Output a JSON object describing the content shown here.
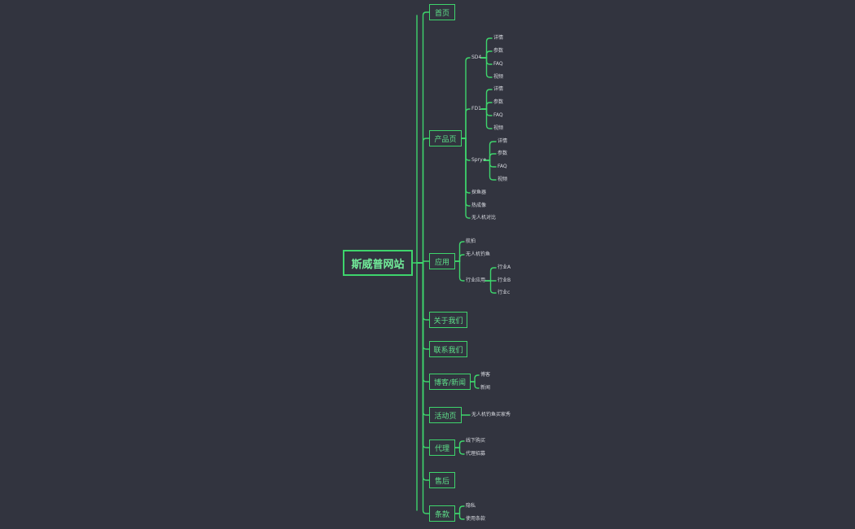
{
  "colors": {
    "background": "#32343f",
    "line": "#3ed46c",
    "box_text": "#5fe08a",
    "leaf_text": "#d8dae0"
  },
  "root": {
    "label": "斯威普网站"
  },
  "branches": [
    {
      "id": "home",
      "label": "首页",
      "children": []
    },
    {
      "id": "products",
      "label": "产品页",
      "children": [
        {
          "label": "SD4",
          "children": [
            "详情",
            "参数",
            "FAQ",
            "视频"
          ]
        },
        {
          "label": "FD1",
          "children": [
            "详情",
            "参数",
            "FAQ",
            "视频"
          ]
        },
        {
          "label": "Spry+",
          "children": [
            "详情",
            "参数",
            "FAQ",
            "视频"
          ]
        },
        {
          "label": "探鱼器",
          "children": []
        },
        {
          "label": "热成像",
          "children": []
        },
        {
          "label": "无人机对比",
          "children": []
        }
      ]
    },
    {
      "id": "applications",
      "label": "应用",
      "children": [
        {
          "label": "航拍",
          "children": []
        },
        {
          "label": "无人机钓鱼",
          "children": []
        },
        {
          "label": "行业应用",
          "children": [
            "行业A",
            "行业B",
            "行业c"
          ]
        }
      ]
    },
    {
      "id": "about",
      "label": "关于我们",
      "children": []
    },
    {
      "id": "contact",
      "label": "联系我们",
      "children": []
    },
    {
      "id": "blog",
      "label": "博客/新闻",
      "children": [
        {
          "label": "博客",
          "children": []
        },
        {
          "label": "新闻",
          "children": []
        }
      ]
    },
    {
      "id": "events",
      "label": "活动页",
      "children": [
        {
          "label": "无人机钓鱼买家秀",
          "children": []
        }
      ]
    },
    {
      "id": "agent",
      "label": "代理",
      "children": [
        {
          "label": "线下购买",
          "children": []
        },
        {
          "label": "代理招募",
          "children": []
        }
      ]
    },
    {
      "id": "aftersales",
      "label": "售后",
      "children": []
    },
    {
      "id": "terms",
      "label": "条款",
      "children": [
        {
          "label": "隐私",
          "children": []
        },
        {
          "label": "使用条款",
          "children": []
        }
      ]
    }
  ]
}
